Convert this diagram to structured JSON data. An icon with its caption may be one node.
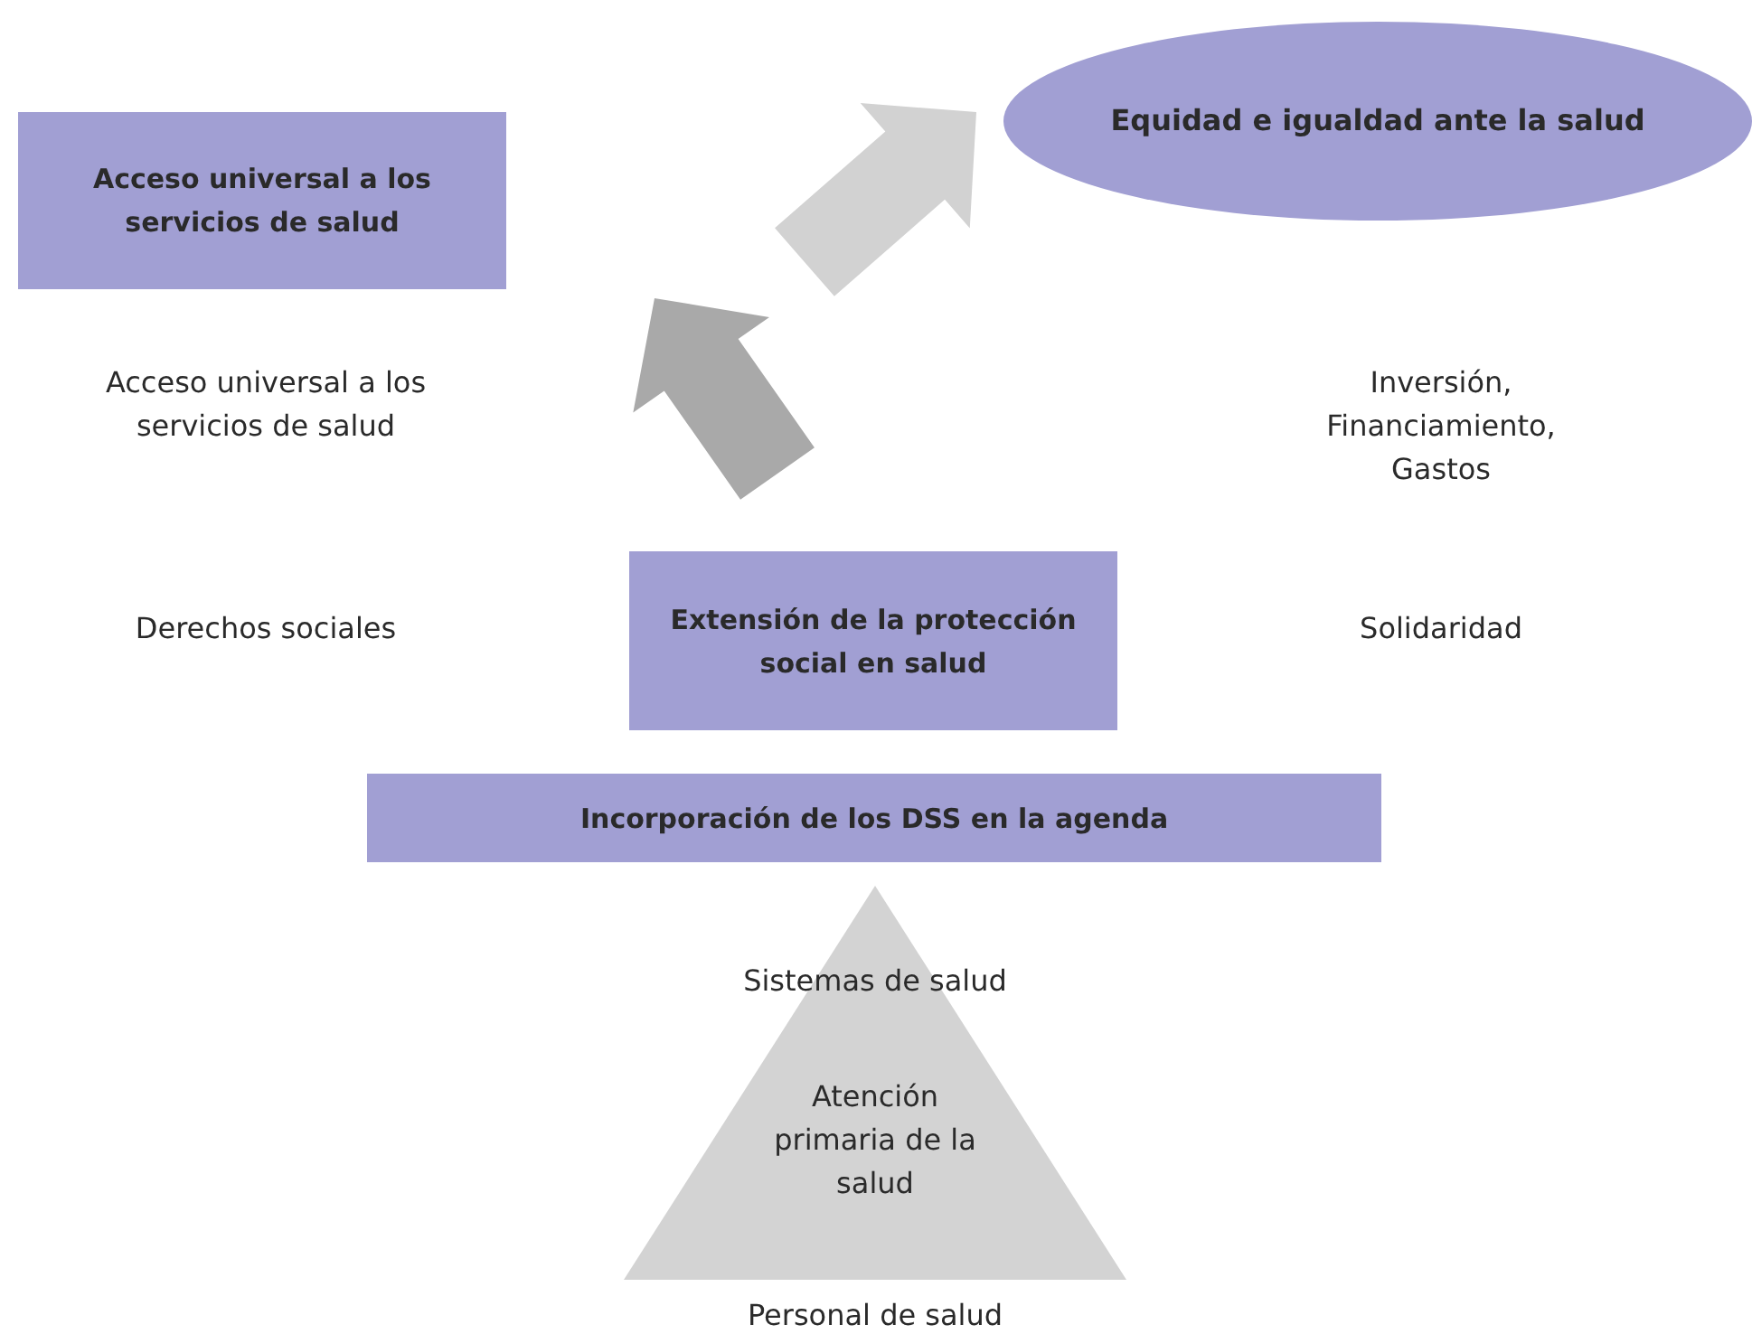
{
  "diagram": {
    "nodes": [
      {
        "text": [
          "Acceso universal a los servicios de salud"
        ]
      },
      {
        "text": [
          "Equidad e igualdad ante la salud"
        ]
      },
      {
        "text": [
          "Extensión de la protección social en salud"
        ]
      },
      {
        "text": [
          "Incorporación de los DSS en la agenda"
        ]
      },
      {
        "text": [
          "Atención primaria de la salud"
        ]
      }
    ],
    "edges": [],
    "labels": [
      "Acceso universal a los servicios de salud",
      "Inversión, Financiamiento, Gastos",
      "Derechos sociales",
      "Solidaridad",
      "Sistemas de salud",
      "Personal de salud"
    ]
  }
}
